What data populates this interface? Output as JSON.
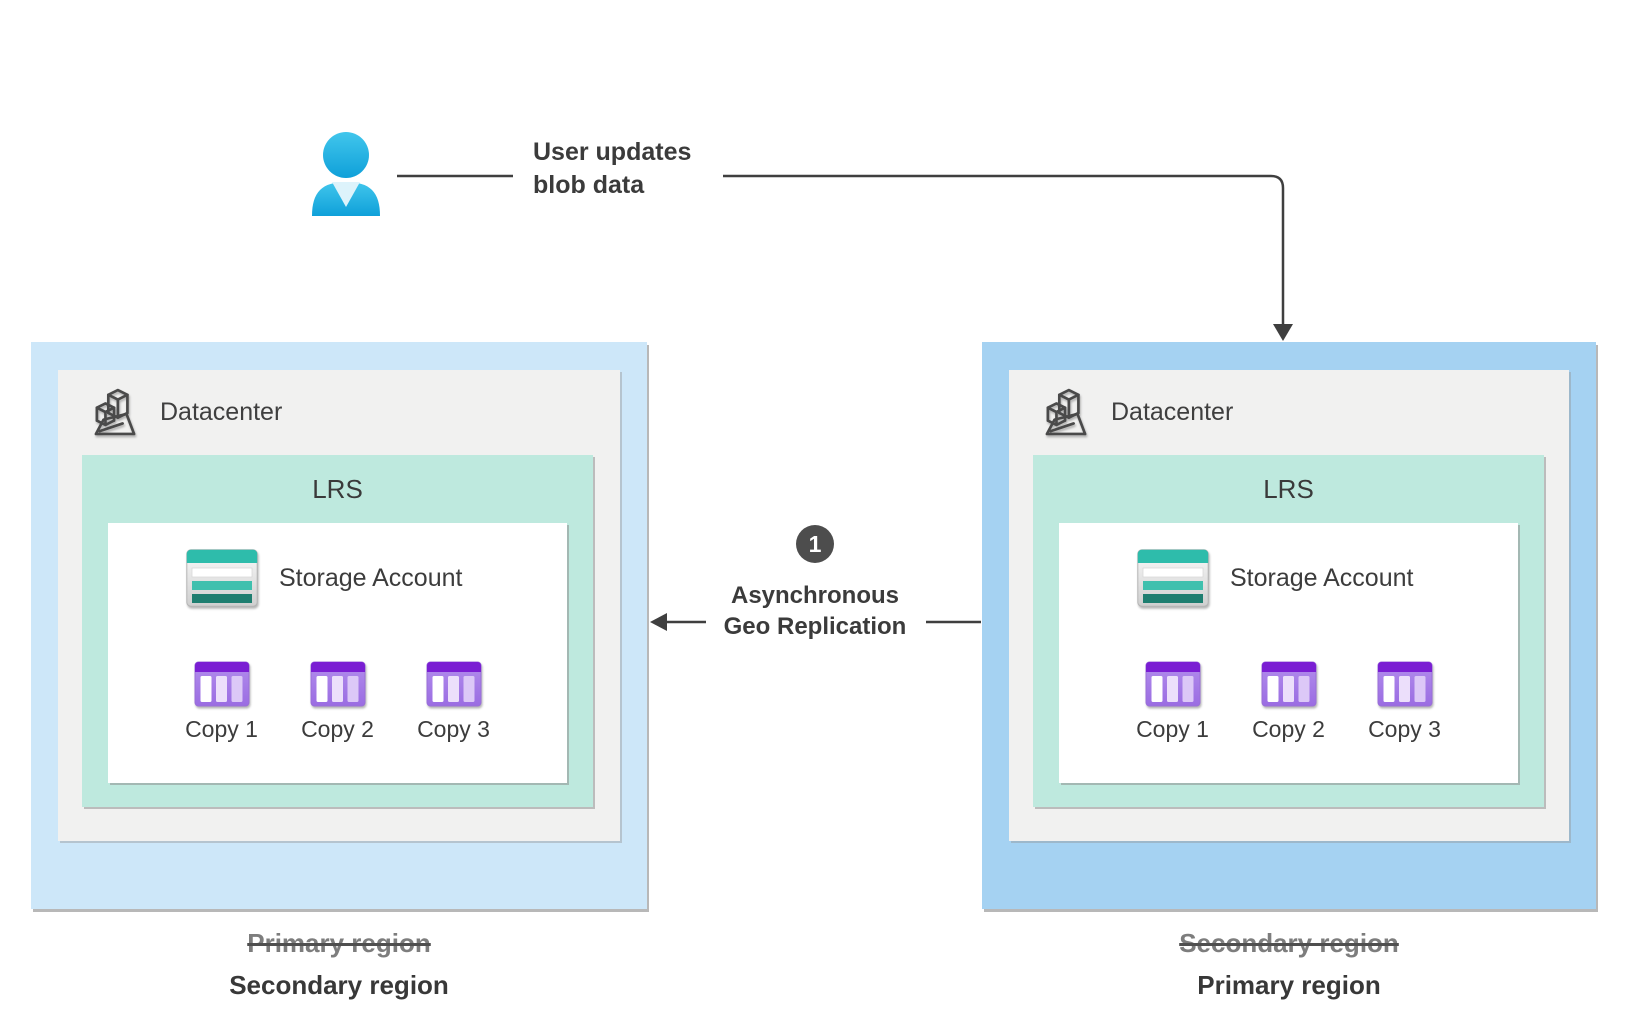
{
  "user_flow": {
    "label": "User updates blob data"
  },
  "replication": {
    "step_number": "1",
    "label": "Asynchronous Geo Replication"
  },
  "regions": {
    "left": {
      "datacenter_label": "Datacenter",
      "lrs_label": "LRS",
      "storage_account_label": "Storage Account",
      "copies": [
        "Copy 1",
        "Copy 2",
        "Copy 3"
      ],
      "former_role": "Primary region",
      "current_role": "Secondary region"
    },
    "right": {
      "datacenter_label": "Datacenter",
      "lrs_label": "LRS",
      "storage_account_label": "Storage Account",
      "copies": [
        "Copy 1",
        "Copy 2",
        "Copy 3"
      ],
      "former_role": "Secondary region",
      "current_role": "Primary region"
    }
  },
  "colors": {
    "left_region_fill": "#cde7f9",
    "right_region_fill": "#a5d2f2",
    "datacenter_panel_fill": "#f1f1f0",
    "lrs_fill": "#bee9de",
    "badge_fill": "#4d4d4d",
    "connector": "#3f3f3f",
    "person_cyan": "#29b7e2",
    "storage_teal": "#2ebcab",
    "copy_purple": "#7a1ed3"
  }
}
